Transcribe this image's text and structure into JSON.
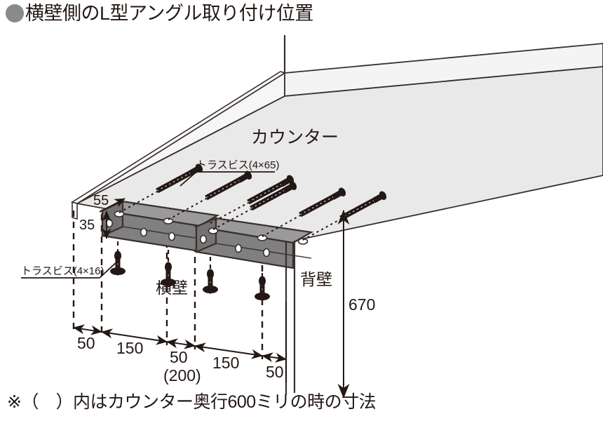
{
  "title": {
    "bullet_color": "#8a8a8a",
    "text": "横壁側のL型アングル取り付け位置"
  },
  "footnote": {
    "text": "※（　）内はカウンター奥行600ミリの時の寸法"
  },
  "labels": {
    "counter": "カウンター",
    "side_wall": "横壁",
    "back_wall": "背壁",
    "screw_long": "トラスビス(4×65)",
    "screw_short": "トラスビス(4×16)"
  },
  "dimensions": {
    "vertical_top": "55",
    "vertical_bracket": "35",
    "height_total": "670",
    "horizontal": [
      "50",
      "150",
      "50",
      "150",
      "50"
    ],
    "horizontal_alt": "(200)"
  },
  "colors": {
    "counter_top": "#ededed",
    "counter_edge": "#f4f4f4",
    "counter_side": "#ffffff",
    "bracket_face": "#808080",
    "bracket_top": "#9a9a9a",
    "outline": "#3a2f2c",
    "screw": "#231815",
    "text": "#231815",
    "bullet": "#8a8a8a"
  },
  "counts": {
    "brackets": 2,
    "screws_long": 6,
    "screws_short": 4,
    "guide_lines": 6
  }
}
